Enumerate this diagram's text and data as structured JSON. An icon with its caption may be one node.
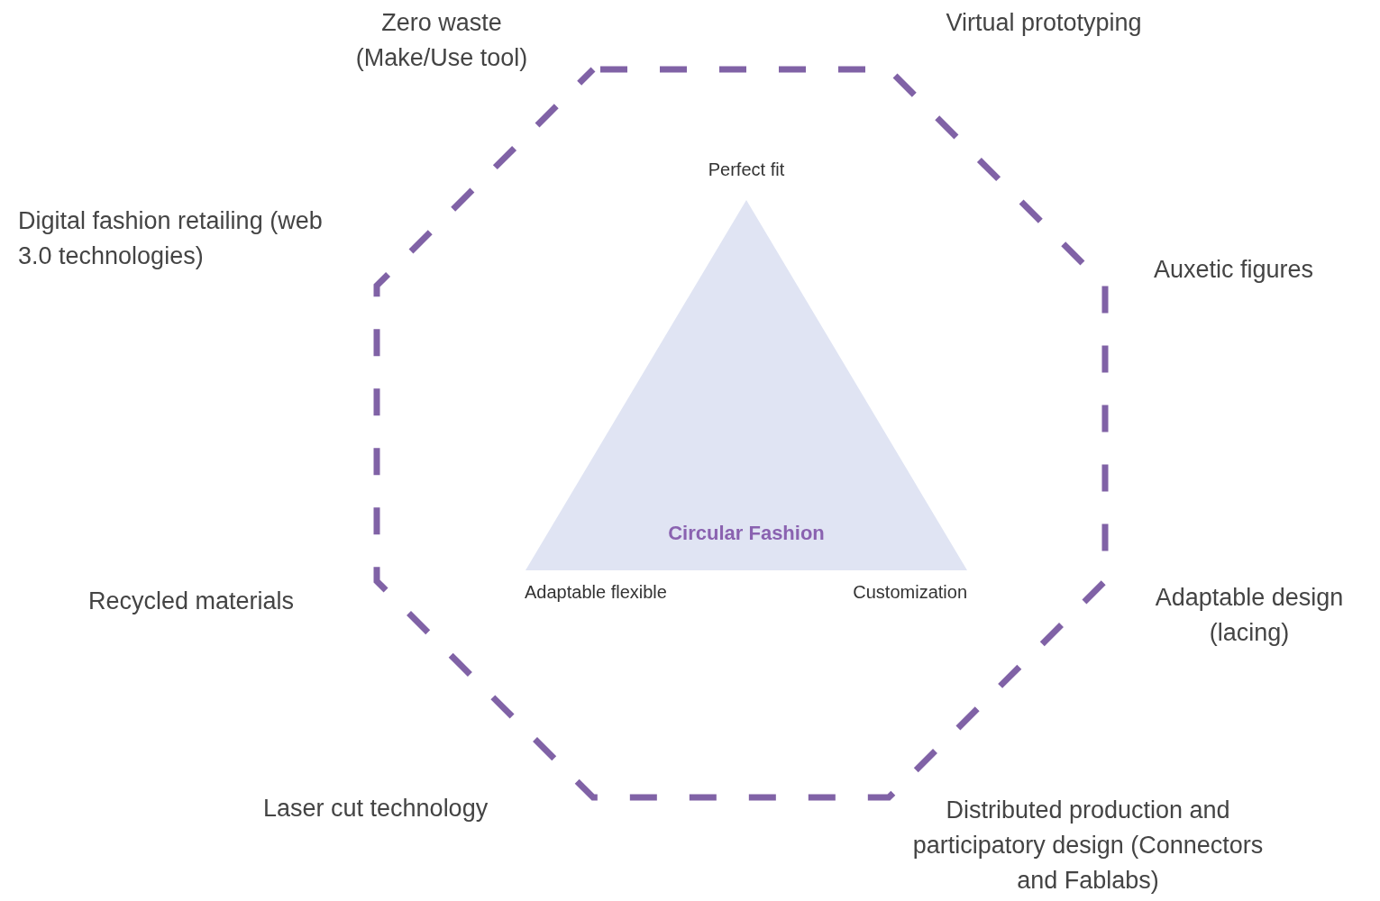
{
  "diagram": {
    "nodes": [
      {
        "text": [],
        "shape": "octagon"
      },
      {
        "text": [
          "Circular Fashion"
        ],
        "in": 0
      }
    ],
    "labels": [
      "Zero waste (Make/Use tool)",
      "Virtual prototyping",
      "Digital fashion retailing (web 3.0 technologies)",
      "Auxetic figures",
      "Perfect fit",
      "Adaptable flexible",
      "Customization",
      "Recycled materials",
      "Adaptable design (lacing)",
      "Laser cut technology",
      "Distributed production and participatory design (Connectors and Fablabs)"
    ]
  }
}
